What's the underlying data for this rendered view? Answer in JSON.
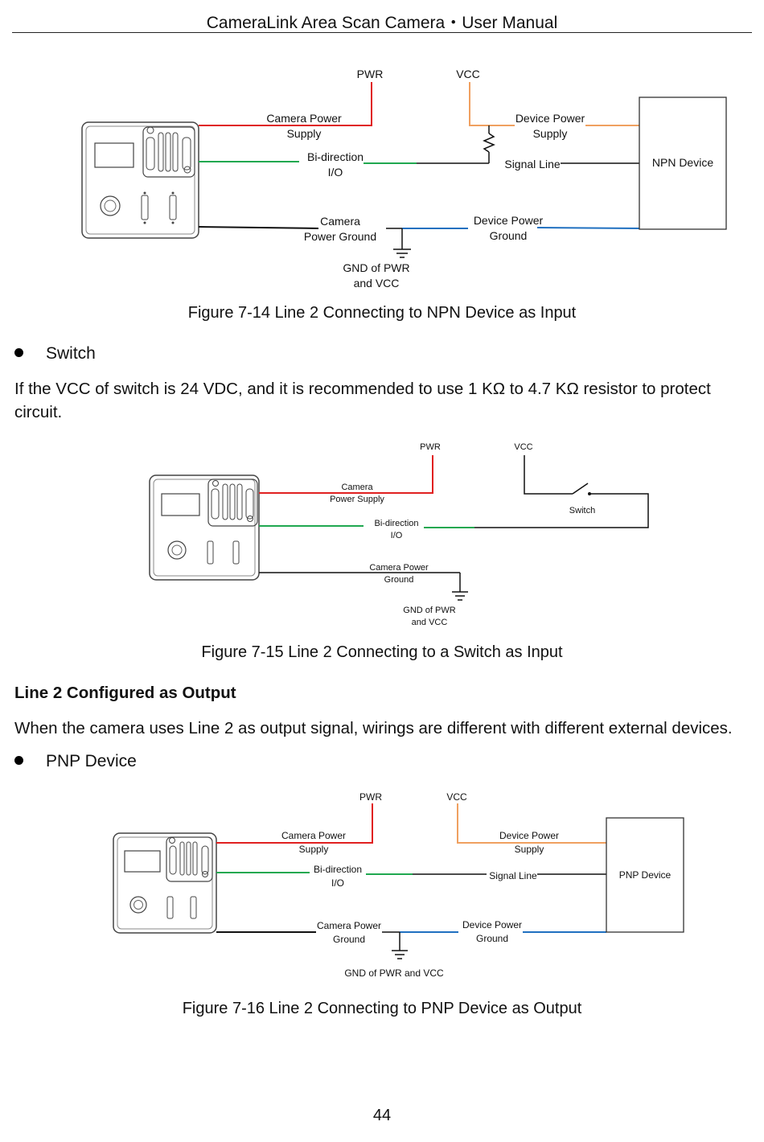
{
  "header": {
    "title": "CameraLink Area Scan Camera・User Manual"
  },
  "figure14": {
    "caption": "Figure 7-14  Line 2 Connecting to NPN Device as Input",
    "pwr": "PWR",
    "vcc": "VCC",
    "camera_power_supply": [
      "Camera Power",
      "Supply"
    ],
    "bi_direction": [
      "Bi-direction",
      "I/O"
    ],
    "camera_power_ground": [
      "Camera",
      "Power Ground"
    ],
    "gnd": [
      "GND of PWR",
      "and VCC"
    ],
    "device_power_supply": [
      "Device Power",
      "Supply"
    ],
    "signal_line": "Signal Line",
    "device_power_ground": [
      "Device Power",
      "Ground"
    ],
    "device": "NPN Device"
  },
  "bullet_switch": "Switch",
  "switch_note": "If the VCC of switch is 24 VDC, and it is recommended to use 1 KΩ to 4.7 KΩ resistor to protect circuit.",
  "figure15": {
    "caption": "Figure 7-15  Line 2 Connecting to a Switch as Input",
    "pwr": "PWR",
    "vcc": "VCC",
    "camera_power_supply": [
      "Camera",
      "Power Supply"
    ],
    "bi_direction": [
      "Bi-direction",
      "I/O"
    ],
    "camera_power_ground": [
      "Camera Power",
      "Ground"
    ],
    "gnd": [
      "GND of PWR",
      "and VCC"
    ],
    "switch": "Switch"
  },
  "section_heading": "Line 2 Configured as Output",
  "output_note": "When the camera uses Line 2 as output signal, wirings are different with different external devices.",
  "bullet_pnp": "PNP Device",
  "figure16": {
    "caption": "Figure 7-16  Line 2 Connecting to PNP Device as Output",
    "pwr": "PWR",
    "vcc": "VCC",
    "camera_power_supply": [
      "Camera Power",
      "Supply"
    ],
    "bi_direction": [
      "Bi-direction",
      "I/O"
    ],
    "camera_power_ground": [
      "Camera Power",
      "Ground"
    ],
    "gnd": "GND of PWR and VCC",
    "device_power_supply": [
      "Device Power",
      "Supply"
    ],
    "signal_line": "Signal Line",
    "device_power_ground": [
      "Device Power",
      "Ground"
    ],
    "device": "PNP Device"
  },
  "colors": {
    "pwr": "#e02020",
    "vcc": "#f0a060",
    "io": "#20a850",
    "ground": "#2070c0",
    "line": "#111111"
  },
  "page_number": "44"
}
